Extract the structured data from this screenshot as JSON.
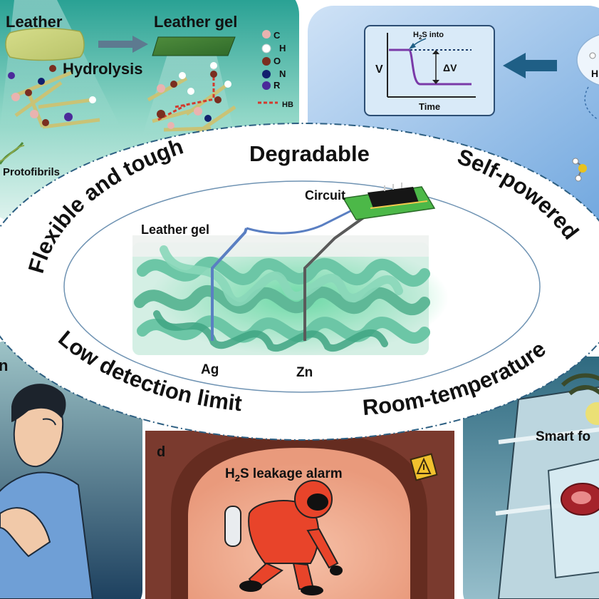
{
  "top_left_panel": {
    "leather_label": "Leather",
    "leather_gel_label": "Leather gel",
    "hydrolysis_label": "Hydrolysis",
    "protofibrils_label": "Protofibrils",
    "legend": [
      {
        "symbol": "C",
        "color": "#e9b3b0"
      },
      {
        "symbol": "H",
        "color": "#ffffff"
      },
      {
        "symbol": "O",
        "color": "#7a2e20"
      },
      {
        "symbol": "N",
        "color": "#12206e"
      },
      {
        "symbol": "R",
        "color": "#4b2a9a"
      }
    ],
    "hb_label": "HB"
  },
  "top_right_panel": {
    "inset": {
      "y_axis_label": "V",
      "x_axis_label": "Time",
      "annotation_prefix": "H",
      "annotation_sub": "2",
      "annotation_suffix": "S into",
      "delta_label": "ΔV"
    },
    "edge_fragment": "H"
  },
  "center": {
    "ring_labels": {
      "top_left": "Flexible and tough",
      "top": "Degradable",
      "top_right": "Self-powered",
      "bottom_left": "Low detection limit",
      "bottom_right": "Room-temperature"
    },
    "leather_gel_label": "Leather gel",
    "circuit_label": "Circuit",
    "electrode_ag": "Ag",
    "electrode_zn": "Zn"
  },
  "bottom_left_panel": {
    "edge_fragment": "n"
  },
  "bottom_center_panel": {
    "panel_letter": "d",
    "title_prefix": "H",
    "title_sub": "2",
    "title_suffix": "S leakage alarm"
  },
  "bottom_right_panel": {
    "title_fragment": "Smart fo"
  },
  "colors": {
    "teal_panel": "#8fd6c6",
    "blue_panel": "#a9cbee",
    "gel_green": "#63c4a3",
    "suit_red": "#e8442a",
    "tunnel_brown": "#7a3a2e",
    "arrow_blue": "#1f5f86"
  }
}
